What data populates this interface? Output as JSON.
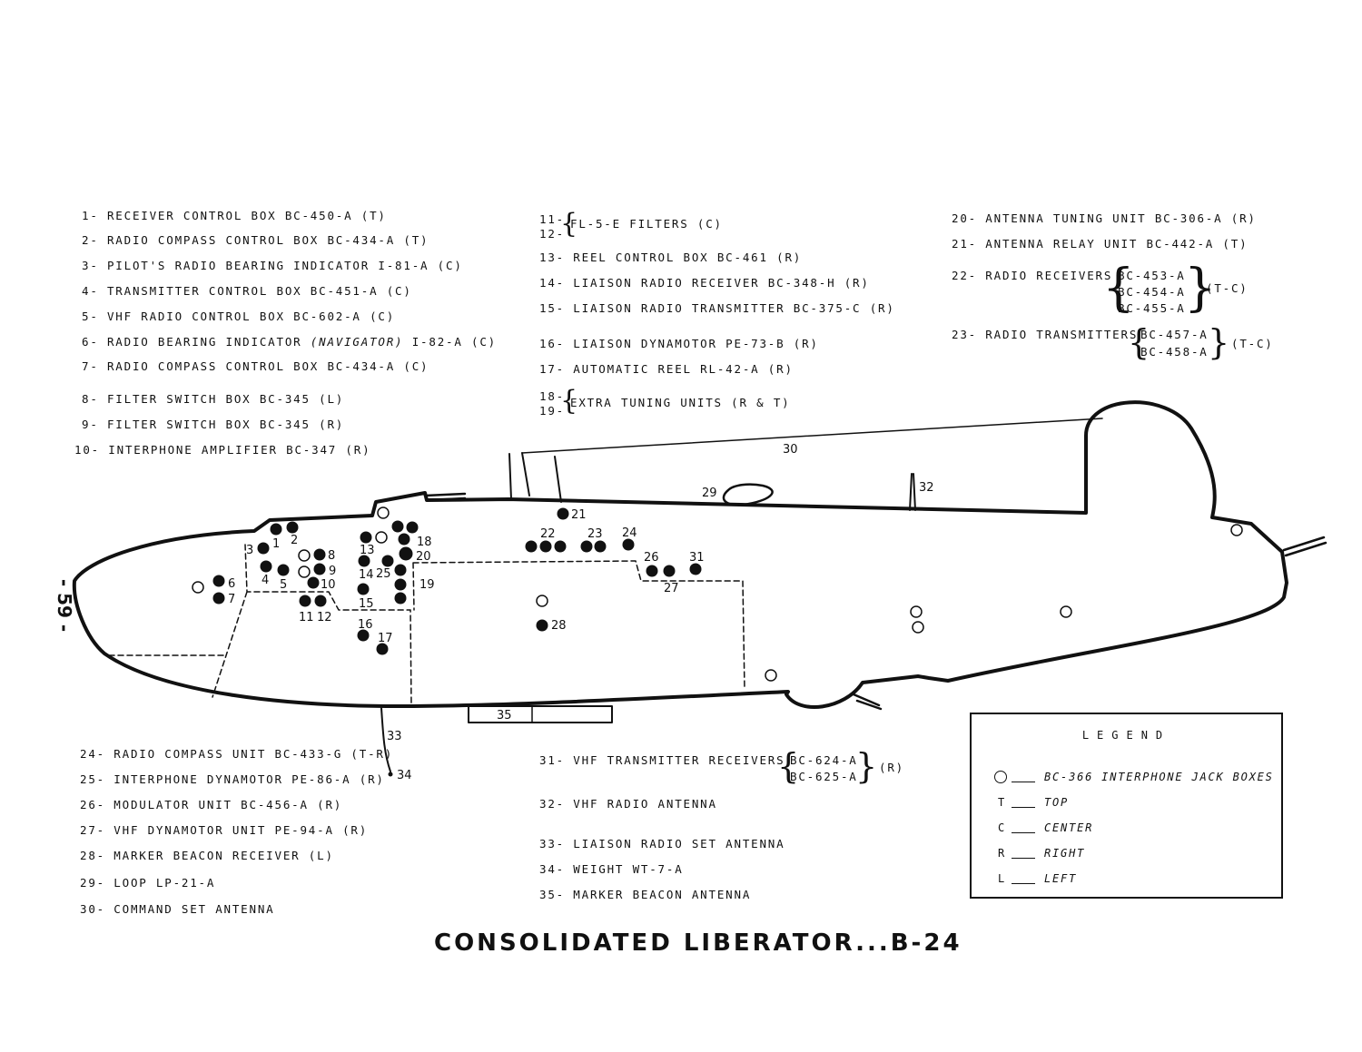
{
  "page_number": "- 59 -",
  "title": "CONSOLIDATED LIBERATOR...B-24",
  "items_left_top": [
    "1- RECEIVER CONTROL BOX BC-450-A (T)",
    "2- RADIO COMPASS CONTROL BOX BC-434-A (T)",
    "3- PILOT'S RADIO BEARING INDICATOR I-81-A (C)",
    "4- TRANSMITTER CONTROL BOX BC-451-A (C)",
    "5- VHF RADIO CONTROL BOX BC-602-A (C)",
    "7- RADIO COMPASS CONTROL BOX BC-434-A (C)",
    "8- FILTER SWITCH BOX BC-345 (L)",
    "9- FILTER SWITCH BOX BC-345 (R)",
    "10- INTERPHONE AMPLIFIER BC-347 (R)"
  ],
  "item6": {
    "prefix": "6- RADIO BEARING INDICATOR ",
    "emph": "(NAVIGATOR)",
    "suffix": " I-82-A (C)"
  },
  "items_mid_top": {
    "n11": "11-",
    "n12": "12-",
    "filters": "FL-5-E FILTERS (C)",
    "i13": "13- REEL CONTROL BOX BC-461 (R)",
    "i14": "14- LIAISON RADIO RECEIVER BC-348-H (R)",
    "i15": "15- LIAISON RADIO TRANSMITTER BC-375-C (R)",
    "i16": "16- LIAISON DYNAMOTOR PE-73-B (R)",
    "i17": "17- AUTOMATIC REEL RL-42-A (R)",
    "n18": "18-",
    "n19": "19-",
    "extra": "EXTRA TUNING UNITS (R & T)"
  },
  "items_right_top": {
    "i20": "20- ANTENNA TUNING UNIT BC-306-A (R)",
    "i21": "21- ANTENNA RELAY UNIT BC-442-A (T)",
    "i22": "22- RADIO RECEIVERS",
    "i22_parts": [
      "BC-453-A",
      "BC-454-A",
      "BC-455-A"
    ],
    "i22_pos": "(T-C)",
    "i23": "23- RADIO TRANSMITTERS",
    "i23_parts": [
      "BC-457-A",
      "BC-458-A"
    ],
    "i23_pos": "(T-C)"
  },
  "items_left_bottom": [
    "24- RADIO COMPASS UNIT BC-433-G (T-R)",
    "25- INTERPHONE DYNAMOTOR PE-86-A (R)",
    "26- MODULATOR UNIT BC-456-A (R)",
    "27- VHF DYNAMOTOR UNIT PE-94-A (R)",
    "28- MARKER BEACON RECEIVER (L)",
    "29- LOOP LP-21-A",
    "30- COMMAND SET ANTENNA"
  ],
  "items_mid_bottom": {
    "i31": "31- VHF TRANSMITTER RECEIVERS",
    "i31_parts": [
      "BC-624-A",
      "BC-625-A"
    ],
    "i31_pos": "(R)",
    "i32": "32- VHF RADIO ANTENNA",
    "i33": "33- LIAISON RADIO SET ANTENNA",
    "i34": "34- WEIGHT WT-7-A",
    "i35": "35- MARKER BEACON ANTENNA"
  },
  "legend": {
    "title": "LEGEND",
    "jack": "BC-366 INTERPHONE JACK BOXES",
    "rows": [
      {
        "sym": "T",
        "text": "TOP"
      },
      {
        "sym": "C",
        "text": "CENTER"
      },
      {
        "sym": "R",
        "text": "RIGHT"
      },
      {
        "sym": "L",
        "text": "LEFT"
      }
    ]
  },
  "diagram_labels": [
    "1",
    "2",
    "3",
    "4",
    "5",
    "6",
    "7",
    "8",
    "9",
    "10",
    "11",
    "12",
    "13",
    "14",
    "15",
    "16",
    "17",
    "18",
    "19",
    "20",
    "21",
    "22",
    "23",
    "24",
    "25",
    "26",
    "27",
    "28",
    "29",
    "30",
    "31",
    "32",
    "33",
    "34",
    "35"
  ]
}
